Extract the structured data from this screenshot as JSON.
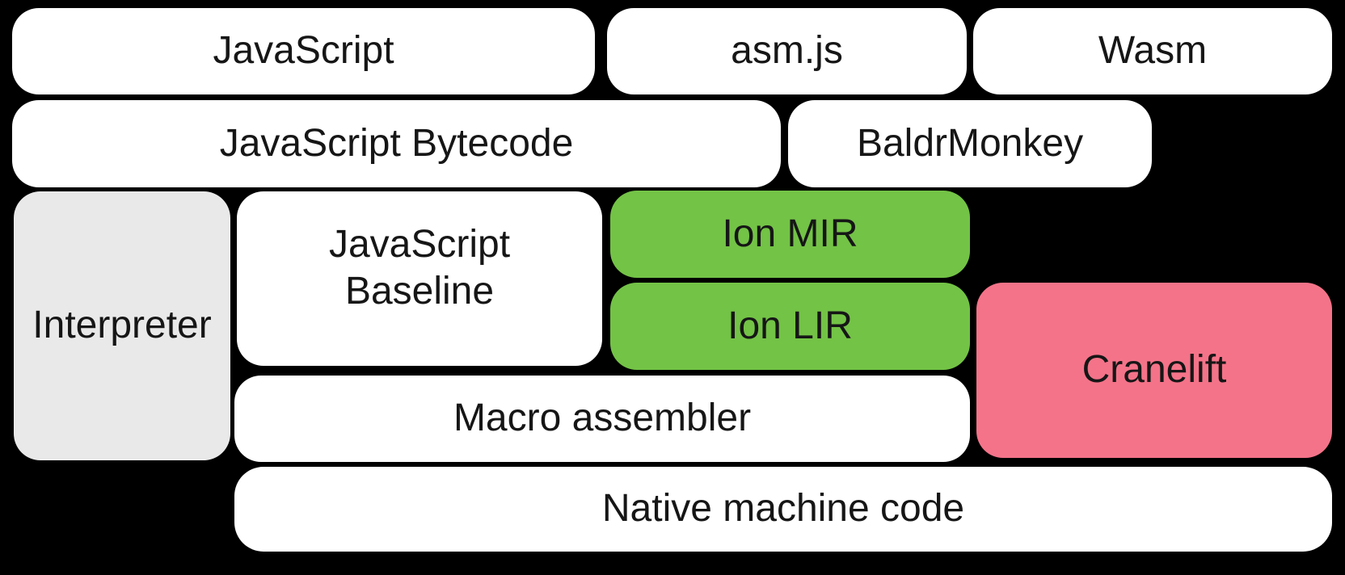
{
  "diagram": {
    "background_color": "#000000",
    "text_color": "#161616",
    "colors": {
      "plain_box": "#ffffff",
      "interpreter_gray": "#e9e9e9",
      "ion_green": "#73c346",
      "cranelift_pink": "#f47389"
    },
    "boxes": {
      "javascript": {
        "label": "JavaScript",
        "color": "#ffffff"
      },
      "asmjs": {
        "label": "asm.js",
        "color": "#ffffff"
      },
      "wasm": {
        "label": "Wasm",
        "color": "#ffffff"
      },
      "bytecode": {
        "label": "JavaScript Bytecode",
        "color": "#ffffff"
      },
      "baldrmonkey": {
        "label": "BaldrMonkey",
        "color": "#ffffff"
      },
      "interpreter": {
        "label": "Interpreter",
        "color": "#e9e9e9"
      },
      "baseline": {
        "label": "JavaScript\nBaseline",
        "color": "#ffffff"
      },
      "ion_mir": {
        "label": "Ion MIR",
        "color": "#73c346"
      },
      "ion_lir": {
        "label": "Ion LIR",
        "color": "#73c346"
      },
      "cranelift": {
        "label": "Cranelift",
        "color": "#f47389"
      },
      "macro_assembler": {
        "label": "Macro assembler",
        "color": "#ffffff"
      },
      "native_code": {
        "label": "Native machine code",
        "color": "#ffffff"
      }
    }
  }
}
